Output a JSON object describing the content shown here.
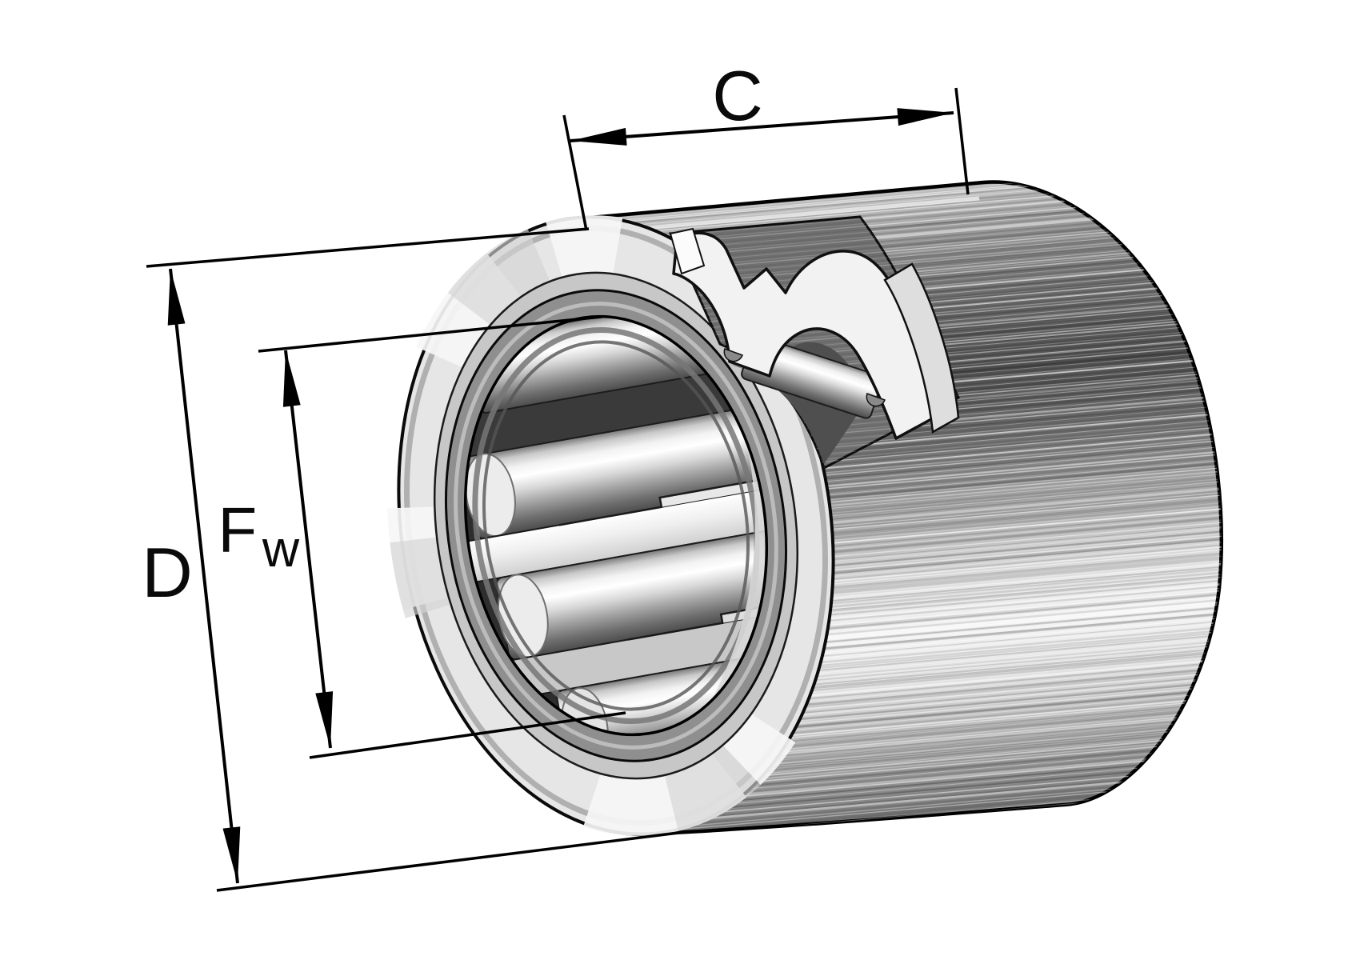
{
  "figure": {
    "title": "Drawn cup needle roller bearing dimension diagram",
    "labels": {
      "width": "C",
      "outer_diameter": "D",
      "bore_main": "F",
      "bore_sub": "w"
    },
    "colors": {
      "background": "#ffffff",
      "outline": "#000000",
      "shell_bright_band": "#f5f5f5",
      "shell_dark_band": "#4f4f4f",
      "face_ring": "#e6e6e6",
      "cage_ring": "#8f8f8f",
      "bore_shadow": "#2e2e2e",
      "roller_highlight": "#ffffff",
      "cage_cut_surface": "#f2f2f2"
    }
  }
}
